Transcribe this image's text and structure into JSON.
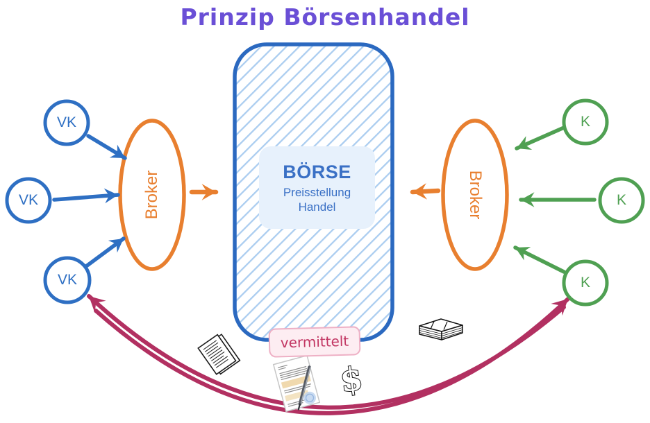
{
  "title": "Prinzip Börsenhandel",
  "exchange": {
    "name": "BÖRSE",
    "function1": "Preisstellung",
    "function2": "Handel",
    "mediates_label": "vermittelt"
  },
  "sellers": {
    "items": [
      {
        "label": "VK"
      },
      {
        "label": "VK"
      },
      {
        "label": "VK"
      }
    ]
  },
  "buyers": {
    "items": [
      {
        "label": "K"
      },
      {
        "label": "K"
      },
      {
        "label": "K"
      }
    ]
  },
  "brokers": {
    "left_label": "Broker",
    "right_label": "Broker"
  },
  "icons": {
    "document": "document-icon",
    "contract": "contract-pen-icon",
    "dollar": "dollar-sign-icon",
    "banknotes": "banknotes-icon"
  },
  "colors": {
    "seller_blue": "#2e6fc3",
    "buyer_green": "#4fa052",
    "broker_orange": "#e87f2f",
    "exchange_border_blue": "#2b69c0",
    "hatch_blue": "#abcdf0",
    "exchange_inner_bg": "#e7f1fc",
    "exchange_text_blue": "#3a70c5",
    "settlement_crimson": "#b23061",
    "title_purple": "#6a4fd6",
    "mediates_bg": "#fdedf2",
    "mediates_border": "#eeb0c5",
    "mediates_text": "#c23663"
  }
}
